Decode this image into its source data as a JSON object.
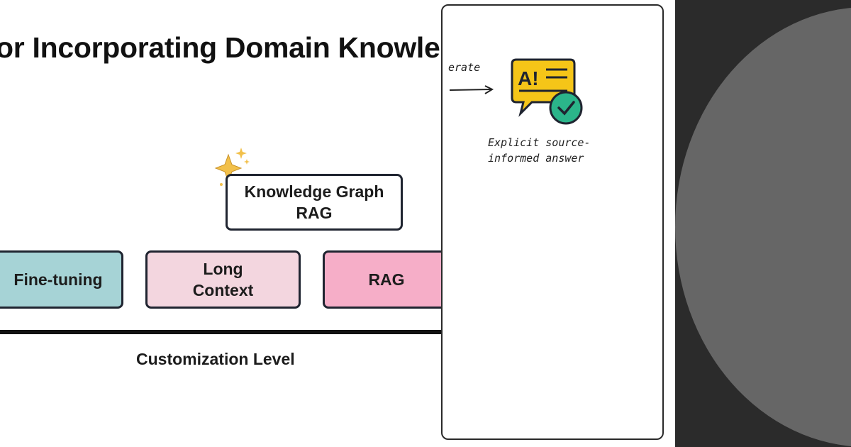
{
  "slide": {
    "title": "or Incorporating Domain Knowledg",
    "knowledge_graph_box": "Knowledge Graph\nRAG",
    "fine_tuning_box": "Fine-tuning",
    "long_context_box": "Long\nContext",
    "rag_box": "RAG",
    "axis_label": "Customization Level"
  },
  "sketch": {
    "generate_text": "erate",
    "answer_label": "Explicit source-\ninformed answer",
    "ai_icon_text": "A!"
  },
  "colors": {
    "fine_tuning": "#a6d3d6",
    "long_context": "#f3d6df",
    "rag": "#f6aec8",
    "ai_icon_yellow": "#f5c518",
    "check_green": "#2bb58a",
    "background_dark": "#2b2b2b",
    "circle_gray": "#666666"
  }
}
